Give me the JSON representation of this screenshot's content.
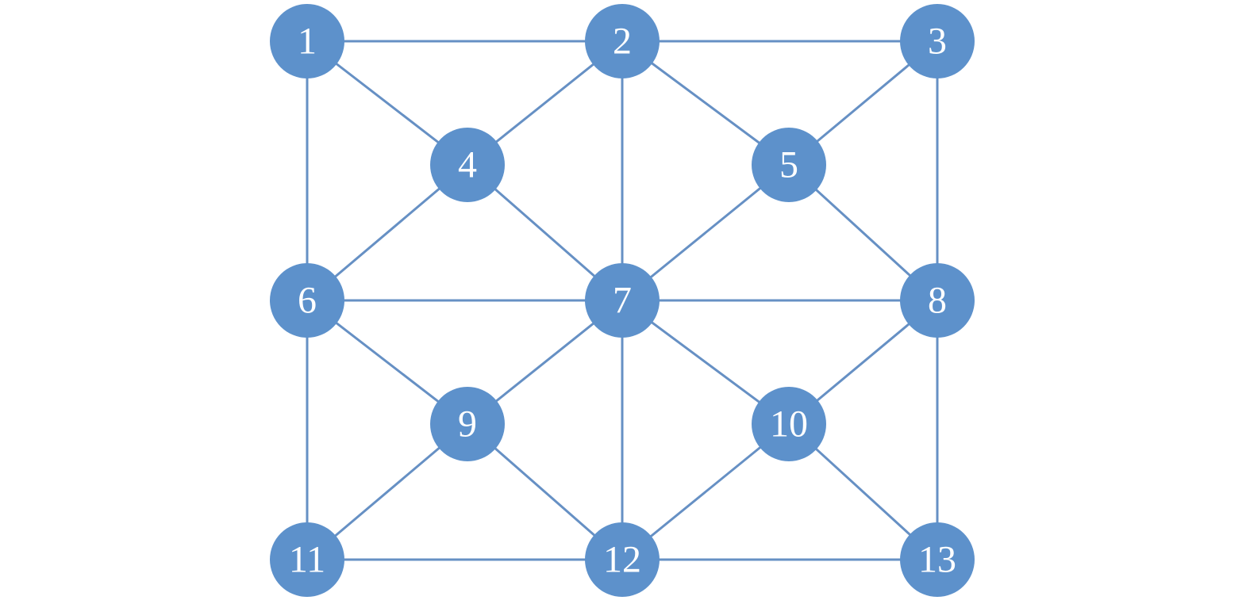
{
  "colors": {
    "node_fill": "#5d91cb",
    "edge_stroke": "#6690c4",
    "label_text": "#ffffff",
    "background": "#ffffff"
  },
  "nodes": [
    {
      "id": "1",
      "label": "1"
    },
    {
      "id": "2",
      "label": "2"
    },
    {
      "id": "3",
      "label": "3"
    },
    {
      "id": "4",
      "label": "4"
    },
    {
      "id": "5",
      "label": "5"
    },
    {
      "id": "6",
      "label": "6"
    },
    {
      "id": "7",
      "label": "7"
    },
    {
      "id": "8",
      "label": "8"
    },
    {
      "id": "9",
      "label": "9"
    },
    {
      "id": "10",
      "label": "10"
    },
    {
      "id": "11",
      "label": "11"
    },
    {
      "id": "12",
      "label": "12"
    },
    {
      "id": "13",
      "label": "13"
    }
  ],
  "edges": [
    {
      "from": "1",
      "to": "2"
    },
    {
      "from": "2",
      "to": "3"
    },
    {
      "from": "1",
      "to": "4"
    },
    {
      "from": "2",
      "to": "4"
    },
    {
      "from": "2",
      "to": "5"
    },
    {
      "from": "3",
      "to": "5"
    },
    {
      "from": "1",
      "to": "6"
    },
    {
      "from": "2",
      "to": "7"
    },
    {
      "from": "3",
      "to": "8"
    },
    {
      "from": "4",
      "to": "6"
    },
    {
      "from": "4",
      "to": "7"
    },
    {
      "from": "5",
      "to": "7"
    },
    {
      "from": "5",
      "to": "8"
    },
    {
      "from": "6",
      "to": "7"
    },
    {
      "from": "7",
      "to": "8"
    },
    {
      "from": "6",
      "to": "9"
    },
    {
      "from": "7",
      "to": "9"
    },
    {
      "from": "7",
      "to": "10"
    },
    {
      "from": "8",
      "to": "10"
    },
    {
      "from": "6",
      "to": "11"
    },
    {
      "from": "7",
      "to": "12"
    },
    {
      "from": "8",
      "to": "13"
    },
    {
      "from": "9",
      "to": "11"
    },
    {
      "from": "9",
      "to": "12"
    },
    {
      "from": "10",
      "to": "12"
    },
    {
      "from": "10",
      "to": "13"
    },
    {
      "from": "11",
      "to": "12"
    },
    {
      "from": "12",
      "to": "13"
    }
  ]
}
